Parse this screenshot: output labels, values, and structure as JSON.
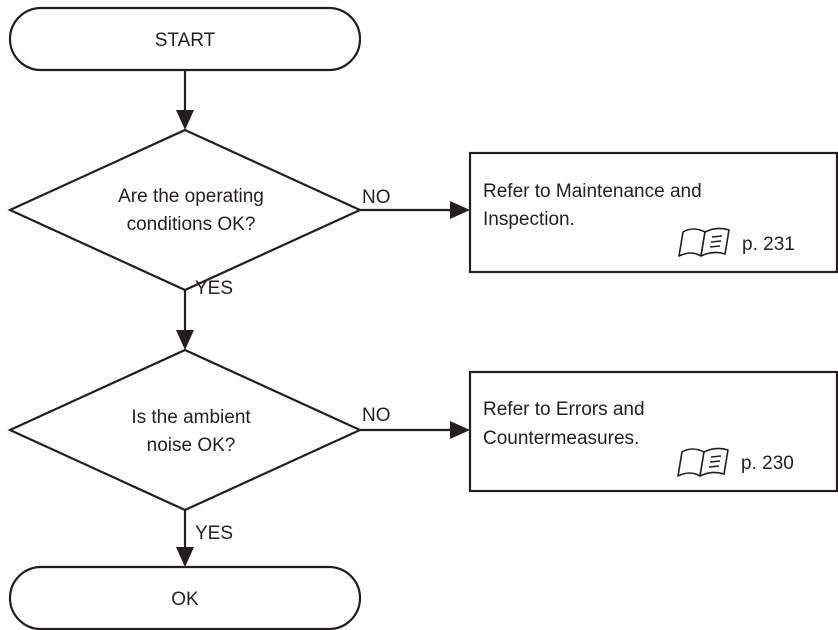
{
  "start": {
    "label": "START"
  },
  "decision1": {
    "line1": "Are the operating",
    "line2": "conditions OK?"
  },
  "decision2": {
    "line1": "Is the ambient",
    "line2": "noise OK?"
  },
  "branch1": {
    "no_label": "NO",
    "yes_label": "YES",
    "action": {
      "line1": "Refer to Maintenance and",
      "line2": "Inspection.",
      "page_ref": "p. 231",
      "icon": "manual-book-icon"
    }
  },
  "branch2": {
    "no_label": "NO",
    "yes_label": "YES",
    "action": {
      "line1": "Refer to Errors and",
      "line2": "Countermeasures.",
      "page_ref": "p. 230",
      "icon": "manual-book-icon"
    }
  },
  "end": {
    "label": "OK"
  }
}
